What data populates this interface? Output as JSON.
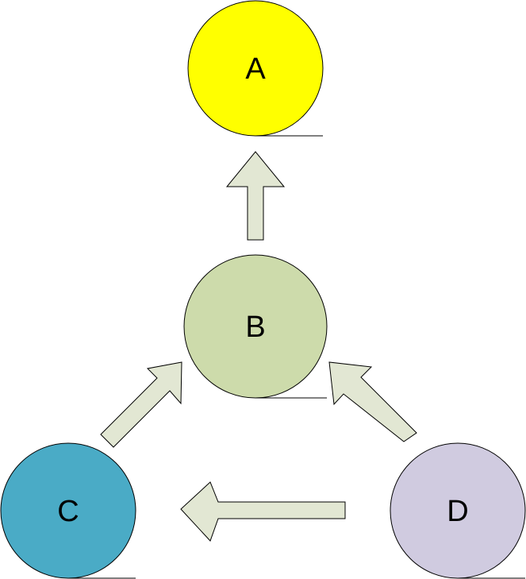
{
  "nodes": [
    {
      "id": "a",
      "label": "A",
      "color": "#ffff00"
    },
    {
      "id": "b",
      "label": "B",
      "color": "#cddbab"
    },
    {
      "id": "c",
      "label": "C",
      "color": "#4aabc6"
    },
    {
      "id": "d",
      "label": "D",
      "color": "#d0cbe0"
    }
  ],
  "edges": [
    {
      "from": "B",
      "to": "A"
    },
    {
      "from": "C",
      "to": "B"
    },
    {
      "from": "D",
      "to": "B"
    },
    {
      "from": "D",
      "to": "C"
    }
  ],
  "arrow_fill": "#e2e7d3"
}
